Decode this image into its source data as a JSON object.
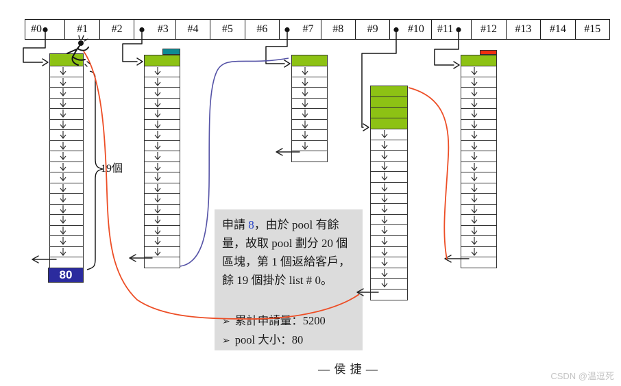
{
  "colors": {
    "block_green": "#8DC214",
    "accent_teal": "#0E8A93",
    "accent_red": "#EE2E10",
    "pool_block_blue": "#2B2B9E",
    "curve_orange": "#ED4E26",
    "curve_blue": "#5452A6",
    "note_background": "#DCDCDC",
    "highlight_blue": "#2743C6"
  },
  "free_list": {
    "cells": [
      {
        "label": "#0",
        "dot": "right"
      },
      {
        "label": "#1",
        "dot": null
      },
      {
        "label": "#2",
        "dot": null
      },
      {
        "label": "#3",
        "dot": "left"
      },
      {
        "label": "#4",
        "dot": null
      },
      {
        "label": "#5",
        "dot": null
      },
      {
        "label": "#6",
        "dot": null
      },
      {
        "label": "#7",
        "dot": "left"
      },
      {
        "label": "#8",
        "dot": null
      },
      {
        "label": "#9",
        "dot": null
      },
      {
        "label": "#10",
        "dot": "left"
      },
      {
        "label": "#11",
        "dot": "right"
      },
      {
        "label": "#12",
        "dot": null
      },
      {
        "label": "#13",
        "dot": null
      },
      {
        "label": "#14",
        "dot": null
      },
      {
        "label": "#15",
        "dot": null
      }
    ]
  },
  "chains": [
    {
      "name": "chain-list-0",
      "cells": 19,
      "green_blocks": 1,
      "accent": null,
      "footer_label": "80",
      "brace_label": "19個"
    },
    {
      "name": "chain-list-3",
      "cells": 19,
      "green_blocks": 1,
      "accent": "teal",
      "footer_label": null,
      "brace_label": null
    },
    {
      "name": "chain-list-7",
      "cells": 9,
      "green_blocks": 1,
      "accent": null,
      "footer_label": null,
      "brace_label": null
    },
    {
      "name": "chain-list-10",
      "cells": 16,
      "green_blocks": 4,
      "accent": null,
      "footer_label": null,
      "brace_label": null
    },
    {
      "name": "chain-list-12",
      "cells": 19,
      "green_blocks": 1,
      "accent": "red",
      "footer_label": null,
      "brace_label": null
    }
  ],
  "note": {
    "para_prefix": "申請 ",
    "para_highlight": "8",
    "para_rest": "，由於 pool 有餘量，故取 pool 劃分 20 個區塊，第 1 個返給客戶，餘 19 個掛於 list # 0。",
    "bullet_glyph": "➢",
    "bullets": [
      "累計申請量：5200",
      "pool 大小：80"
    ]
  },
  "footer_text": "— 侯 捷 —",
  "watermark": "CSDN @温逗死"
}
